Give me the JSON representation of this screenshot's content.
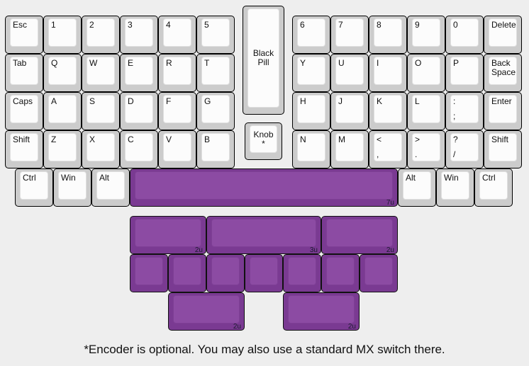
{
  "colors": {
    "background": "#eeeeee",
    "key_base": "#cccccc",
    "key_top": "#fcfcfc",
    "accent_purple": "#8c4ba3",
    "accent_purple_dark": "#7a3a92"
  },
  "left_half": {
    "row1": [
      "Esc",
      "1",
      "2",
      "3",
      "4",
      "5"
    ],
    "row2": [
      "Tab",
      "Q",
      "W",
      "E",
      "R",
      "T"
    ],
    "row3": [
      "Caps",
      "A",
      "S",
      "D",
      "F",
      "G"
    ],
    "row4": [
      "Shift",
      "Z",
      "X",
      "C",
      "V",
      "B"
    ]
  },
  "right_half": {
    "row1": [
      "6",
      "7",
      "8",
      "9",
      "0",
      "Delete"
    ],
    "row2": [
      "Y",
      "U",
      "I",
      "O",
      "P",
      "Back\nSpace"
    ],
    "row3": [
      "H",
      "J",
      "K",
      "L",
      ":",
      "Enter"
    ],
    "row3_secondary": {
      "4": ";"
    },
    "row4": [
      "N",
      "M",
      "<",
      ">",
      "?",
      "Shift"
    ],
    "row4_secondary": {
      "2": ",",
      "3": ".",
      "4": "/"
    }
  },
  "center": {
    "controller": "Black\nPill",
    "knob": "Knob\n*"
  },
  "bottom_row": {
    "left": [
      "Ctrl",
      "Win",
      "Alt"
    ],
    "spacebar_size": "7u",
    "right": [
      "Alt",
      "Win",
      "Ctrl"
    ]
  },
  "alt_spacebars": {
    "row1": [
      "2u",
      "3u",
      "2u"
    ],
    "row2_count": 7,
    "row3": [
      "2u",
      "2u"
    ]
  },
  "footnote": "*Encoder is optional. You may also use a standard MX switch there."
}
